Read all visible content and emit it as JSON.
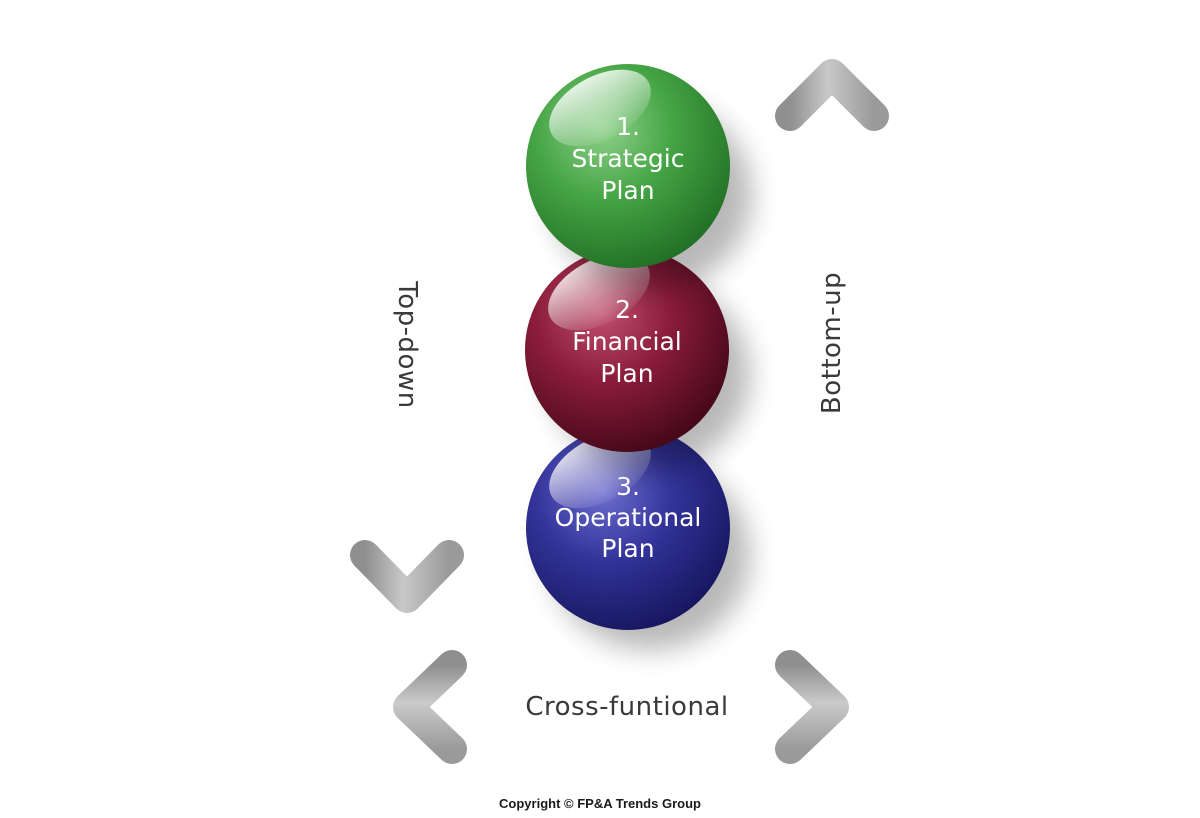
{
  "arrows": {
    "top_down": "Top-down",
    "bottom_up": "Bottom-up",
    "cross_functional": "Cross-funtional"
  },
  "spheres": [
    {
      "number": "1.",
      "line1": "Strategic",
      "line2": "Plan",
      "color": "#3f9a3f"
    },
    {
      "number": "2.",
      "line1": "Financial",
      "line2": "Plan",
      "color": "#7a1530"
    },
    {
      "number": "3.",
      "line1": "Operational",
      "line2": "Plan",
      "color": "#2a2a86"
    }
  ],
  "copyright": "Copyright © FP&A Trends Group"
}
